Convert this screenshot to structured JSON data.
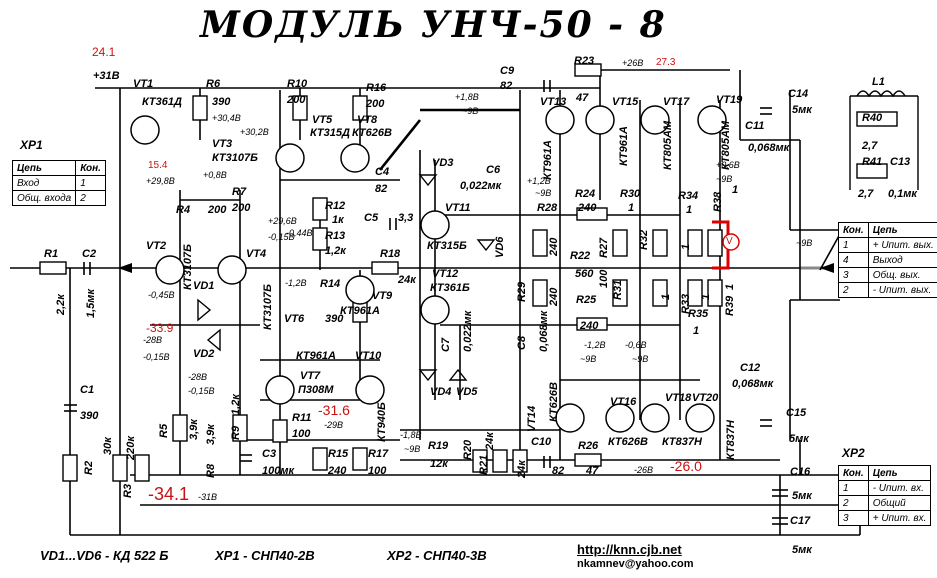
{
  "title": "МОДУЛЬ   УНЧ-50 - 8",
  "footer": {
    "diodes": "VD1...VD6 - КД 522 Б",
    "xp1_type": "XP1 - СНП40-2В",
    "xp2_type": "XP2 - СНП40-3В",
    "site": "http://knn.cjb.net",
    "email": "nkamnev@yahoo.com"
  },
  "xp1": {
    "name": "XP1",
    "headers": [
      "Цепь",
      "Кон."
    ],
    "rows": [
      {
        "circuit": "Вход",
        "pin": "1"
      },
      {
        "circuit": "Общ. входа",
        "pin": "2"
      }
    ]
  },
  "xp2": {
    "name": "XP2",
    "headers": [
      "Кон.",
      "Цепь"
    ],
    "rows": [
      {
        "pin": "1",
        "circuit": "- Uпит. вх."
      },
      {
        "pin": "2",
        "circuit": "Общий"
      },
      {
        "pin": "3",
        "circuit": "+ Uпит. вх."
      }
    ]
  },
  "out_connector": {
    "headers": [
      "Кон.",
      "Цепь"
    ],
    "rows": [
      {
        "pin": "1",
        "circuit": "+ Uпит. вых."
      },
      {
        "pin": "4",
        "circuit": "Выход"
      },
      {
        "pin": "3",
        "circuit": "Общ. вых."
      },
      {
        "pin": "2",
        "circuit": "- Uпит. вых."
      }
    ]
  },
  "labels": {
    "vt1": "VT1",
    "vt1_type": "КТ361Д",
    "v31": "+31В",
    "r6": "R6",
    "r6_val": "390",
    "v304": "+30,4В",
    "vt3": "VT3",
    "vt3_type": "КТ3107Б",
    "v302": "+30,2В",
    "r10": "R10",
    "r10_val": "200",
    "vt5": "VT5",
    "vt5_type": "КТ315Д",
    "r16": "R16",
    "r16_val": "200",
    "vt8": "VT8",
    "vt8_type": "КТ626В",
    "c4": "C4",
    "c4_val": "82",
    "v298": "+29,8В",
    "v08": "+0,8В",
    "r4": "R4",
    "r4_val": "200",
    "r7": "R7",
    "r7_val": "200",
    "v296": "+29,6В",
    "v015": "-0,15В",
    "v044": "-0,44В",
    "r12": "R12",
    "r12_val": "1к",
    "r13": "R13",
    "r13_val": "1,2к",
    "vt2": "VT2",
    "vt2_type": "КТ3107Б",
    "vt4": "VT4",
    "vt4_type": "КТ3107Б",
    "r1": "R1",
    "c2": "C2",
    "r1_val": "2,2к",
    "c2_val": "1,5мк",
    "v045": "-0,45В",
    "vd1": "VD1",
    "vd2": "VD2",
    "v12": "-1,2В",
    "r14": "R14",
    "r14_val": "390",
    "vt6": "VT6",
    "vt9": "VT9",
    "vt9_type": "КТ961А",
    "v28": "-28В",
    "v015b": "-0,15В",
    "vt7": "VT7",
    "vt7_type": "П308М",
    "vt10": "VT10",
    "vt10_type": "КТ940Б",
    "vt6_type": "КТ961А",
    "c1": "C1",
    "c1_val": "390",
    "r2": "R2",
    "r2_val": "30к",
    "r3": "R3",
    "r3_val": "220к",
    "r5": "R5",
    "r5_val": "3,9к",
    "r8": "R8",
    "r8_val": "3,9к",
    "r9": "R9",
    "r9_val": "1,2к",
    "r11": "R11",
    "r11_val": "100",
    "r15": "R15",
    "r15_val": "240",
    "r17": "R17",
    "r17_val": "100",
    "v29": "-29В",
    "c3": "C3",
    "c3_val": "100мк",
    "v31b": "-31В",
    "c9": "C9",
    "c9_val": "82",
    "r23": "R23",
    "r23_val": "47",
    "v26": "+26В",
    "vt13": "VT13",
    "vt13_type": "КТ961А",
    "vt15": "VT15",
    "vt15_type": "КТ961А",
    "vt17": "VT17",
    "vt17_type": "КТ805АМ",
    "vt19": "VT19",
    "vt19_type": "КТ805АМ",
    "v18": "+1,8В",
    "v9": "~9В",
    "vd3": "VD3",
    "c6": "C6",
    "c6_val": "0,022мк",
    "v12b": "+1,2В",
    "r24": "R24",
    "r24_val": "240",
    "r30": "R30",
    "r30_val": "1",
    "r34": "R34",
    "r34_val": "1",
    "r38": "R38",
    "r38_val": "1",
    "c5": "C5",
    "c5_val": "3,3",
    "vt11": "VT11",
    "vt11_type": "КТ315Б",
    "r28": "R28",
    "r28_val": "240",
    "vd6": "VD6",
    "r18": "R18",
    "r18_val": "24к",
    "r22": "R22",
    "r22_val": "560",
    "r27": "R27",
    "r27_val": "100",
    "r32": "R32",
    "r32_val": "1",
    "vt12": "VT12",
    "vt12_type": "КТ361Б",
    "r29": "R29",
    "r25": "R25",
    "r25_val": "240",
    "r31": "R31",
    "r31_val": "1",
    "r33": "R33",
    "r33_val": "1",
    "r35": "R35",
    "r35_val": "1",
    "r39": "R39",
    "r39_val": "1",
    "c7": "C7",
    "c7_val": "0,022мк",
    "c8": "C8",
    "c8_val": "0,068мк",
    "vd4": "VD4",
    "vd5": "VD5",
    "c14": "C14",
    "c14_val": "5мк",
    "c11": "C11",
    "c11_val": "0,068мк",
    "l1": "L1",
    "r40": "R40",
    "r40_val": "2,7",
    "r41": "R41",
    "r41_val": "2,7",
    "c13": "C13",
    "c13_val": "0,1мк",
    "v06": "+0,6В",
    "c12": "C12",
    "c12_val": "0,068мк",
    "c15": "C15",
    "c15_val": "5мк",
    "vt14": "VT14",
    "vt14_type": "КТ626В",
    "vt16": "VT16",
    "vt16_type": "КТ626В",
    "vt18": "VT18",
    "vt18_type": "КТ837Н",
    "vt20": "VT20",
    "vt20_type": "КТ837Н",
    "v18b": "-1,8В",
    "r19": "R19",
    "r19_val": "12к",
    "r20": "R20",
    "r20_val": "24к",
    "r21": "R21",
    "r21_val": "24к",
    "c10": "C10",
    "c10_val": "82",
    "r26": "R26",
    "r26_val": "47",
    "v26b": "-26В",
    "c16": "C16",
    "c16_val": "5мк",
    "c17": "C17",
    "c17_val": "5мк",
    "v31c": "-31В",
    "v06b": "-0,6В",
    "v12c": "-1,2В"
  },
  "annotations": {
    "a1": "24.1",
    "a2": "15.4",
    "a3": "-33.9",
    "a4": "-31.6",
    "a5": "-34.1",
    "a6": "27.3",
    "a7": "-26.0",
    "meter": "V"
  }
}
